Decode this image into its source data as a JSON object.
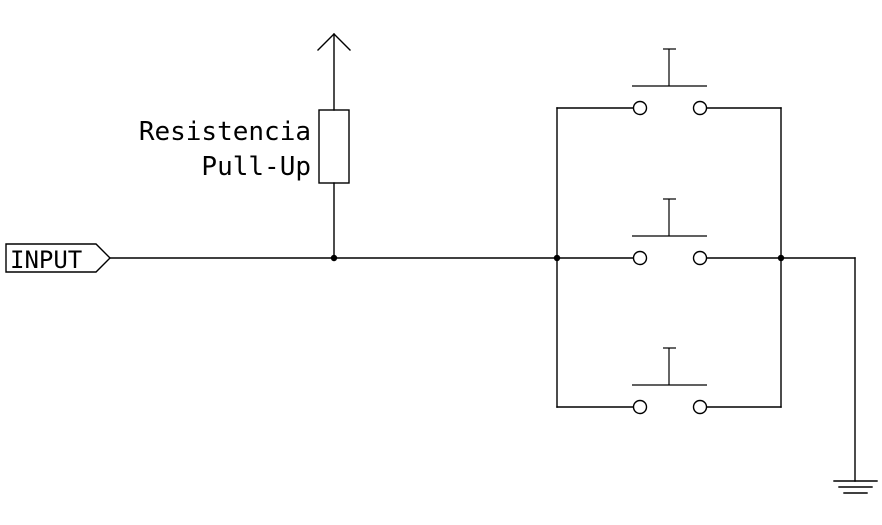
{
  "diagram": {
    "input_port_label": "INPUT",
    "resistor_label_line1": "Resistencia",
    "resistor_label_line2": "Pull-Up",
    "line_color": "#000000",
    "background_color": "#ffffff",
    "components": {
      "resistor": "pull-up-resistor",
      "switches": [
        "push-button-switch",
        "push-button-switch",
        "push-button-switch"
      ],
      "supply": "vcc-arrow",
      "ground": "ground-symbol"
    }
  }
}
